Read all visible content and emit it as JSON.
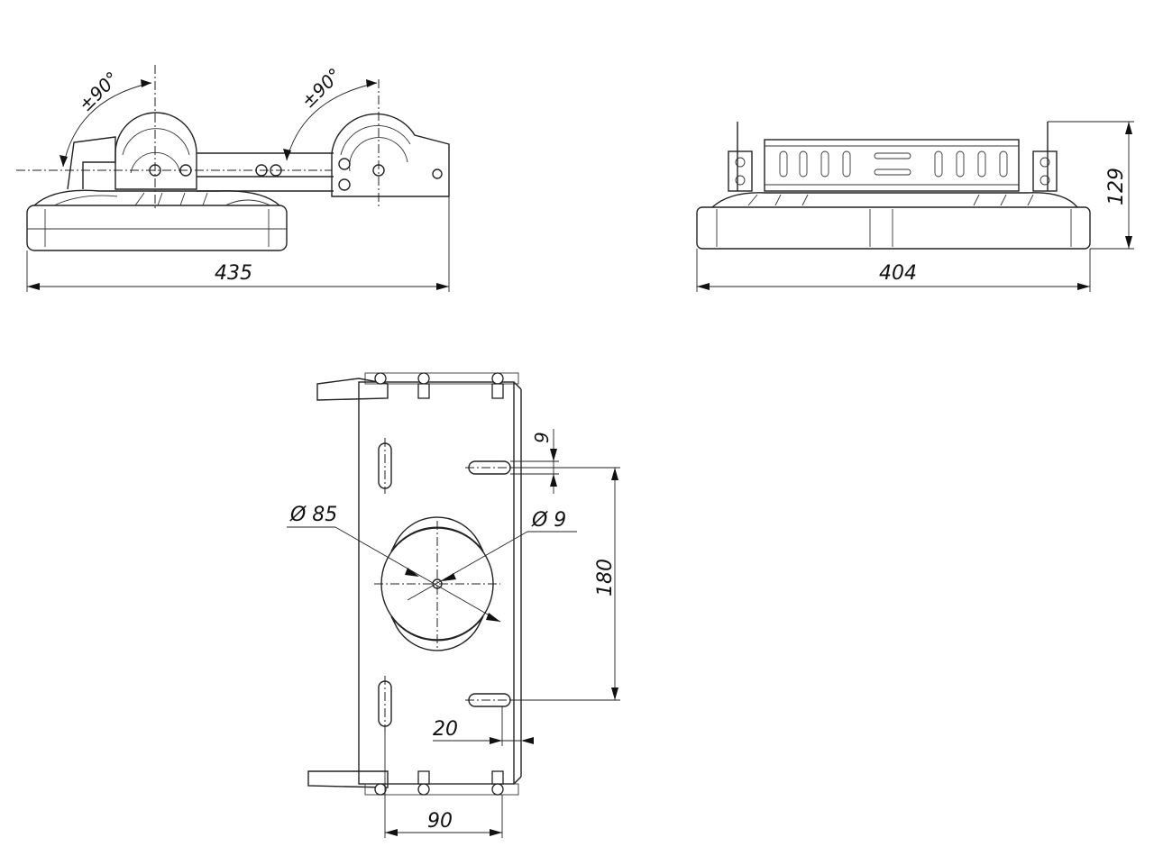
{
  "side_view": {
    "width_dim": "435",
    "angle_left": "±90°",
    "angle_right": "±90°"
  },
  "front_view": {
    "width_dim": "404",
    "height_dim": "129"
  },
  "bracket_view": {
    "dia_hole": "Ø 85",
    "dia_bolt": "Ø 9",
    "slot_width": "9",
    "slot_spacing": "180",
    "edge_offset": "20",
    "hole_spacing": "90"
  }
}
